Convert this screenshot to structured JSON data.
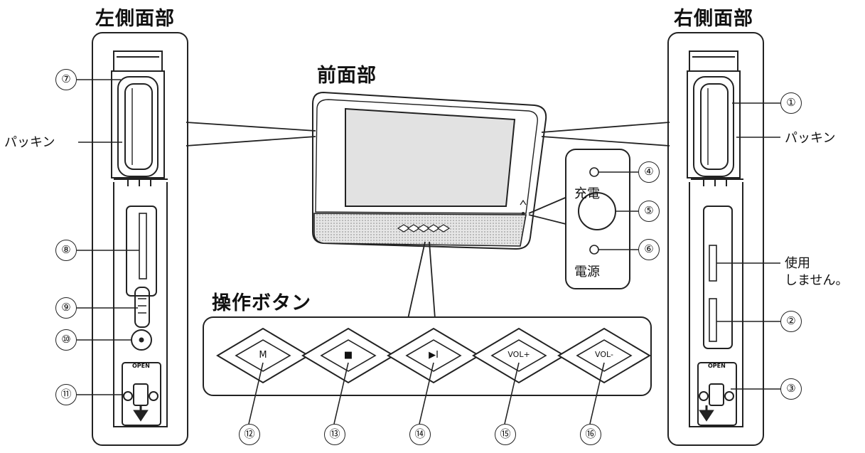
{
  "titles": {
    "left_side": "左側面部",
    "front": "前面部",
    "right_side": "右側面部",
    "buttons": "操作ボタン"
  },
  "labels": {
    "packing_left": "パッキン",
    "packing_right": "パッキン",
    "charge": "充電",
    "power": "電源",
    "not_used_line1": "使用",
    "not_used_line2": "しません。",
    "open_left": "OPEN",
    "open_right": "OPEN"
  },
  "buttons": [
    {
      "label": "M",
      "number": "⑫"
    },
    {
      "label": "■",
      "number": "⑬"
    },
    {
      "label": "▶I",
      "number": "⑭"
    },
    {
      "label": "VOL+",
      "number": "⑮"
    },
    {
      "label": "VOL-",
      "number": "⑯"
    }
  ],
  "numbers": {
    "n1": "①",
    "n2": "②",
    "n3": "③",
    "n4": "④",
    "n5": "⑤",
    "n6": "⑥",
    "n7": "⑦",
    "n8": "⑧",
    "n9": "⑨",
    "n10": "⑩",
    "n11": "⑪"
  },
  "icons": [
    "arrow-down-icon",
    "screw-icon",
    "led-icon",
    "power-button-icon"
  ],
  "colors": {
    "line": "#222222",
    "speaker_grille": "#d8d8d8",
    "screen": "#e2e2e2",
    "panel_fill": "#ffffff"
  }
}
